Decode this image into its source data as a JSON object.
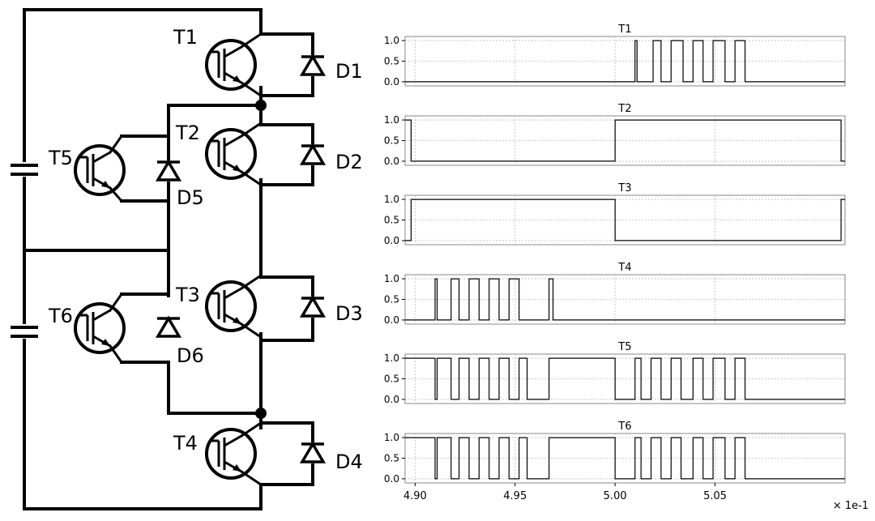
{
  "circuit": {
    "labels": {
      "T1": "T1",
      "T2": "T2",
      "T3": "T3",
      "T4": "T4",
      "T5": "T5",
      "T6": "T6",
      "D1": "D1",
      "D2": "D2",
      "D3": "D3",
      "D4": "D4",
      "D5": "D5",
      "D6": "D6"
    }
  },
  "chart_data": {
    "type": "line",
    "x_range": [
      4.895,
      5.115
    ],
    "x_ticks": [
      4.9,
      4.95,
      5.0,
      5.05
    ],
    "x_tick_labels": [
      "4.90",
      "4.95",
      "5.00",
      "5.05"
    ],
    "x_multiplier": "× 1e-1",
    "y_range": [
      -0.1,
      1.1
    ],
    "y_ticks": [
      0.0,
      0.5,
      1.0
    ],
    "y_tick_labels": [
      "0.0",
      "0.5",
      "1.0"
    ],
    "grid": true,
    "series": [
      {
        "name": "T1",
        "title": "T1",
        "x": [
          4.895,
          5.01,
          5.01,
          5.011,
          5.011,
          5.019,
          5.019,
          5.023,
          5.023,
          5.028,
          5.028,
          5.034,
          5.034,
          5.039,
          5.039,
          5.044,
          5.044,
          5.049,
          5.049,
          5.055,
          5.055,
          5.06,
          5.06,
          5.065,
          5.065,
          5.115
        ],
        "y": [
          0,
          0,
          1,
          1,
          0,
          0,
          1,
          1,
          0,
          0,
          1,
          1,
          0,
          0,
          1,
          1,
          0,
          0,
          1,
          1,
          0,
          0,
          1,
          1,
          0,
          0
        ]
      },
      {
        "name": "T2",
        "title": "T2",
        "x": [
          4.895,
          4.898,
          4.898,
          5.0,
          5.0,
          5.113,
          5.113,
          5.115
        ],
        "y": [
          1,
          1,
          0,
          0,
          1,
          1,
          0,
          0
        ]
      },
      {
        "name": "T3",
        "title": "T3",
        "x": [
          4.895,
          4.898,
          4.898,
          5.0,
          5.0,
          5.113,
          5.113,
          5.115
        ],
        "y": [
          0,
          0,
          1,
          1,
          0,
          0,
          1,
          1
        ]
      },
      {
        "name": "T4",
        "title": "T4",
        "x": [
          4.895,
          4.91,
          4.91,
          4.911,
          4.911,
          4.918,
          4.918,
          4.922,
          4.922,
          4.927,
          4.927,
          4.932,
          4.932,
          4.937,
          4.937,
          4.942,
          4.942,
          4.947,
          4.947,
          4.952,
          4.952,
          4.967,
          4.967,
          4.969,
          4.969,
          5.115
        ],
        "y": [
          0,
          0,
          1,
          1,
          0,
          0,
          1,
          1,
          0,
          0,
          1,
          1,
          0,
          0,
          1,
          1,
          0,
          0,
          1,
          1,
          0,
          0,
          1,
          1,
          0,
          0
        ]
      },
      {
        "name": "T5",
        "title": "T5",
        "x": [
          4.895,
          4.91,
          4.91,
          4.911,
          4.911,
          4.918,
          4.918,
          4.922,
          4.922,
          4.927,
          4.927,
          4.932,
          4.932,
          4.937,
          4.937,
          4.942,
          4.942,
          4.947,
          4.947,
          4.952,
          4.952,
          4.956,
          4.956,
          4.967,
          4.967,
          5.0,
          5.0,
          5.01,
          5.01,
          5.013,
          5.013,
          5.018,
          5.018,
          5.023,
          5.023,
          5.028,
          5.028,
          5.033,
          5.033,
          5.039,
          5.039,
          5.044,
          5.044,
          5.049,
          5.049,
          5.055,
          5.055,
          5.06,
          5.06,
          5.065,
          5.065,
          5.115
        ],
        "y": [
          1,
          1,
          0,
          0,
          1,
          1,
          0,
          0,
          1,
          1,
          0,
          0,
          1,
          1,
          0,
          0,
          1,
          1,
          0,
          0,
          1,
          1,
          0,
          0,
          1,
          1,
          0,
          0,
          1,
          1,
          0,
          0,
          1,
          1,
          0,
          0,
          1,
          1,
          0,
          0,
          1,
          1,
          0,
          0,
          1,
          1,
          0,
          0,
          1,
          1,
          0,
          0
        ]
      },
      {
        "name": "T6",
        "title": "T6",
        "x": [
          4.895,
          4.91,
          4.91,
          4.911,
          4.911,
          4.918,
          4.918,
          4.922,
          4.922,
          4.927,
          4.927,
          4.932,
          4.932,
          4.937,
          4.937,
          4.942,
          4.942,
          4.947,
          4.947,
          4.952,
          4.952,
          4.956,
          4.956,
          4.967,
          4.967,
          5.0,
          5.0,
          5.01,
          5.01,
          5.013,
          5.013,
          5.018,
          5.018,
          5.023,
          5.023,
          5.028,
          5.028,
          5.033,
          5.033,
          5.039,
          5.039,
          5.044,
          5.044,
          5.049,
          5.049,
          5.055,
          5.055,
          5.06,
          5.06,
          5.065,
          5.065,
          5.115
        ],
        "y": [
          1,
          1,
          0,
          0,
          1,
          1,
          0,
          0,
          1,
          1,
          0,
          0,
          1,
          1,
          0,
          0,
          1,
          1,
          0,
          0,
          1,
          1,
          0,
          0,
          1,
          1,
          0,
          0,
          1,
          1,
          0,
          0,
          1,
          1,
          0,
          0,
          1,
          1,
          0,
          0,
          1,
          1,
          0,
          0,
          1,
          1,
          0,
          0,
          1,
          1,
          0,
          0
        ]
      }
    ]
  }
}
